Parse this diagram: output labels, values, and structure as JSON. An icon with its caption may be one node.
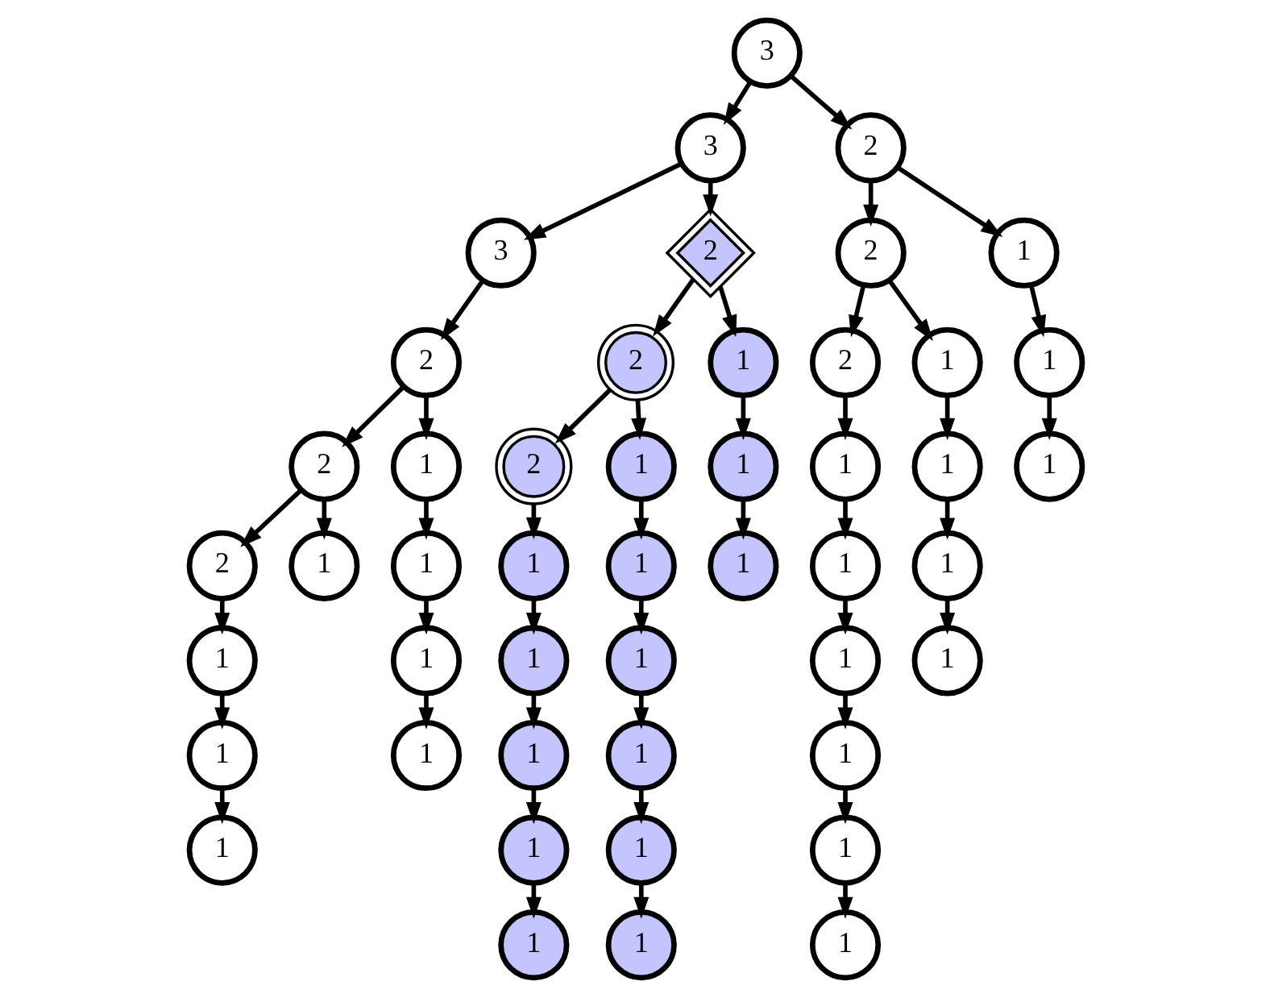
{
  "diagram": {
    "nodes": [
      {
        "text": [
          "3"
        ]
      },
      {
        "text": [
          "3"
        ]
      },
      {
        "text": [
          "3"
        ]
      },
      {
        "text": [
          "2"
        ]
      },
      {
        "text": [
          "2"
        ]
      },
      {
        "text": [
          "2"
        ]
      },
      {
        "text": [
          "1"
        ]
      },
      {
        "text": [
          "1"
        ]
      },
      {
        "text": [
          "1"
        ]
      },
      {
        "text": [
          "1"
        ]
      },
      {
        "text": [
          "1"
        ]
      },
      {
        "text": [
          "1"
        ]
      },
      {
        "text": [
          "1"
        ]
      },
      {
        "text": [
          "1"
        ]
      },
      {
        "text": [
          "2"
        ]
      },
      {
        "text": [
          "2"
        ]
      },
      {
        "text": [
          "2"
        ]
      },
      {
        "text": [
          "1"
        ]
      },
      {
        "text": [
          "1"
        ]
      },
      {
        "text": [
          "1"
        ]
      },
      {
        "text": [
          "1"
        ]
      },
      {
        "text": [
          "1"
        ]
      },
      {
        "text": [
          "1"
        ]
      },
      {
        "text": [
          "1"
        ]
      },
      {
        "text": [
          "1"
        ]
      },
      {
        "text": [
          "1"
        ]
      },
      {
        "text": [
          "1"
        ]
      },
      {
        "text": [
          "1"
        ]
      },
      {
        "text": [
          "1"
        ]
      },
      {
        "text": [
          "1"
        ]
      },
      {
        "text": [
          "1"
        ]
      },
      {
        "text": [
          "2"
        ]
      },
      {
        "text": [
          "2"
        ]
      },
      {
        "text": [
          "2"
        ]
      },
      {
        "text": [
          "1"
        ]
      },
      {
        "text": [
          "1"
        ]
      },
      {
        "text": [
          "1"
        ]
      },
      {
        "text": [
          "1"
        ]
      },
      {
        "text": [
          "1"
        ]
      },
      {
        "text": [
          "1"
        ]
      },
      {
        "text": [
          "1"
        ]
      },
      {
        "text": [
          "1"
        ]
      },
      {
        "text": [
          "1"
        ]
      },
      {
        "text": [
          "1"
        ]
      },
      {
        "text": [
          "1"
        ]
      },
      {
        "text": [
          "1"
        ]
      },
      {
        "text": [
          "1"
        ]
      }
    ],
    "edges": [
      {
        "from": 0,
        "to": 1,
        "arrow": "to"
      },
      {
        "from": 1,
        "to": 2,
        "arrow": "to"
      },
      {
        "from": 2,
        "to": 3,
        "arrow": "to"
      },
      {
        "from": 3,
        "to": 4,
        "arrow": "to"
      },
      {
        "from": 4,
        "to": 5,
        "arrow": "to"
      },
      {
        "from": 5,
        "to": 6,
        "arrow": "to"
      },
      {
        "from": 6,
        "to": 7,
        "arrow": "to"
      },
      {
        "from": 7,
        "to": 8,
        "arrow": "to"
      },
      {
        "from": 4,
        "to": 9,
        "arrow": "to"
      },
      {
        "from": 3,
        "to": 10,
        "arrow": "to"
      },
      {
        "from": 10,
        "to": 11,
        "arrow": "to"
      },
      {
        "from": 11,
        "to": 12,
        "arrow": "to"
      },
      {
        "from": 12,
        "to": 13,
        "arrow": "to"
      },
      {
        "from": 1,
        "to": 14,
        "arrow": "to"
      },
      {
        "from": 14,
        "to": 15,
        "arrow": "to"
      },
      {
        "from": 15,
        "to": 16,
        "arrow": "to"
      },
      {
        "from": 16,
        "to": 17,
        "arrow": "to"
      },
      {
        "from": 17,
        "to": 18,
        "arrow": "to"
      },
      {
        "from": 18,
        "to": 19,
        "arrow": "to"
      },
      {
        "from": 19,
        "to": 20,
        "arrow": "to"
      },
      {
        "from": 20,
        "to": 21,
        "arrow": "to"
      },
      {
        "from": 15,
        "to": 22,
        "arrow": "to"
      },
      {
        "from": 22,
        "to": 23,
        "arrow": "to"
      },
      {
        "from": 23,
        "to": 24,
        "arrow": "to"
      },
      {
        "from": 24,
        "to": 25,
        "arrow": "to"
      },
      {
        "from": 25,
        "to": 26,
        "arrow": "to"
      },
      {
        "from": 26,
        "to": 27,
        "arrow": "to"
      },
      {
        "from": 14,
        "to": 28,
        "arrow": "to"
      },
      {
        "from": 28,
        "to": 29,
        "arrow": "to"
      },
      {
        "from": 29,
        "to": 30,
        "arrow": "to"
      },
      {
        "from": 0,
        "to": 31,
        "arrow": "to"
      },
      {
        "from": 31,
        "to": 32,
        "arrow": "to"
      },
      {
        "from": 32,
        "to": 33,
        "arrow": "to"
      },
      {
        "from": 33,
        "to": 34,
        "arrow": "to"
      },
      {
        "from": 34,
        "to": 35,
        "arrow": "to"
      },
      {
        "from": 35,
        "to": 36,
        "arrow": "to"
      },
      {
        "from": 36,
        "to": 37,
        "arrow": "to"
      },
      {
        "from": 37,
        "to": 38,
        "arrow": "to"
      },
      {
        "from": 38,
        "to": 39,
        "arrow": "to"
      },
      {
        "from": 32,
        "to": 40,
        "arrow": "to"
      },
      {
        "from": 40,
        "to": 41,
        "arrow": "to"
      },
      {
        "from": 41,
        "to": 42,
        "arrow": "to"
      },
      {
        "from": 42,
        "to": 43,
        "arrow": "to"
      },
      {
        "from": 31,
        "to": 44,
        "arrow": "to"
      },
      {
        "from": 44,
        "to": 45,
        "arrow": "to"
      },
      {
        "from": 45,
        "to": 46,
        "arrow": "to"
      }
    ]
  }
}
